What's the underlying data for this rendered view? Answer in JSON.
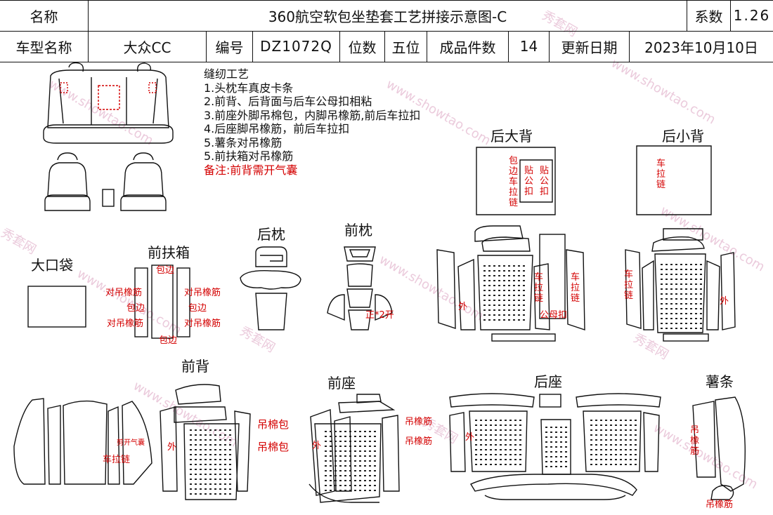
{
  "header": {
    "name_label": "名称",
    "title": "360航空软包坐垫套工艺拼接示意图-C",
    "coef_label": "系数",
    "coef_value": "1.26",
    "model_label": "车型名称",
    "model_value": "大众CC",
    "code_label": "编号",
    "code_value": "DZ1072Q",
    "seats_label": "位数",
    "seats_value": "五位",
    "pieces_label": "成品件数",
    "pieces_value": "14",
    "date_label": "更新日期",
    "date_value": "2023年10月10日"
  },
  "process": {
    "title": "缝纫工艺",
    "steps": [
      "1.头枕车真皮卡条",
      "2.前背、后背面与后车公母扣相粘",
      "3.前座外脚吊棉包，内脚吊橡筋,前后车拉扣",
      "4.后座脚吊橡筋，前后车拉扣",
      "5.薯条对吊橡筋",
      "5.前扶箱对吊橡筋"
    ],
    "note": "备注:前背需开气囊"
  },
  "parts": {
    "big_pocket": "大口袋",
    "front_armrest": "前扶箱",
    "rear_headrest": "后枕",
    "front_headrest": "前枕",
    "rear_big_back": "后大背",
    "rear_small_back": "后小背",
    "front_back": "前背",
    "front_seat": "前座",
    "rear_seat": "后座",
    "fries": "薯条"
  },
  "annotations": {
    "armrest_edge_top": "包边",
    "armrest_left_1": "对吊橡筋",
    "armrest_left_2": "包边",
    "armrest_left_3": "对吊橡筋",
    "armrest_right_1": "对吊橡筋",
    "armrest_right_2": "包边",
    "armrest_right_3": "对吊橡筋",
    "armrest_edge_bottom": "包边",
    "front_headrest_note": "正*2开",
    "big_back_a": "包边车拉链",
    "big_back_b": "贴公扣",
    "big_back_c": "贴公扣",
    "big_back_d": "外",
    "big_back_e": "车拉链",
    "big_back_f": "车拉链",
    "big_back_g": "公母扣",
    "small_back_a": "车拉链",
    "small_back_b": "车拉链",
    "small_back_c": "外",
    "front_back_a": "剪开气囊",
    "front_back_b": "车拉链",
    "front_back_c": "外",
    "front_seat_a": "吊棉包",
    "front_seat_b": "吊棉包",
    "front_seat_c": "外",
    "front_seat_d": "吊橡筋",
    "front_seat_e": "吊橡筋",
    "rear_seat_a": "外",
    "fries_a": "吊橡筋",
    "fries_b": "吊橡筋"
  },
  "watermarks": [
    "秀套网",
    "www.showtao.com"
  ],
  "colors": {
    "annotation": "#d40000",
    "line": "#111111",
    "watermark": "#e9c6d9"
  }
}
